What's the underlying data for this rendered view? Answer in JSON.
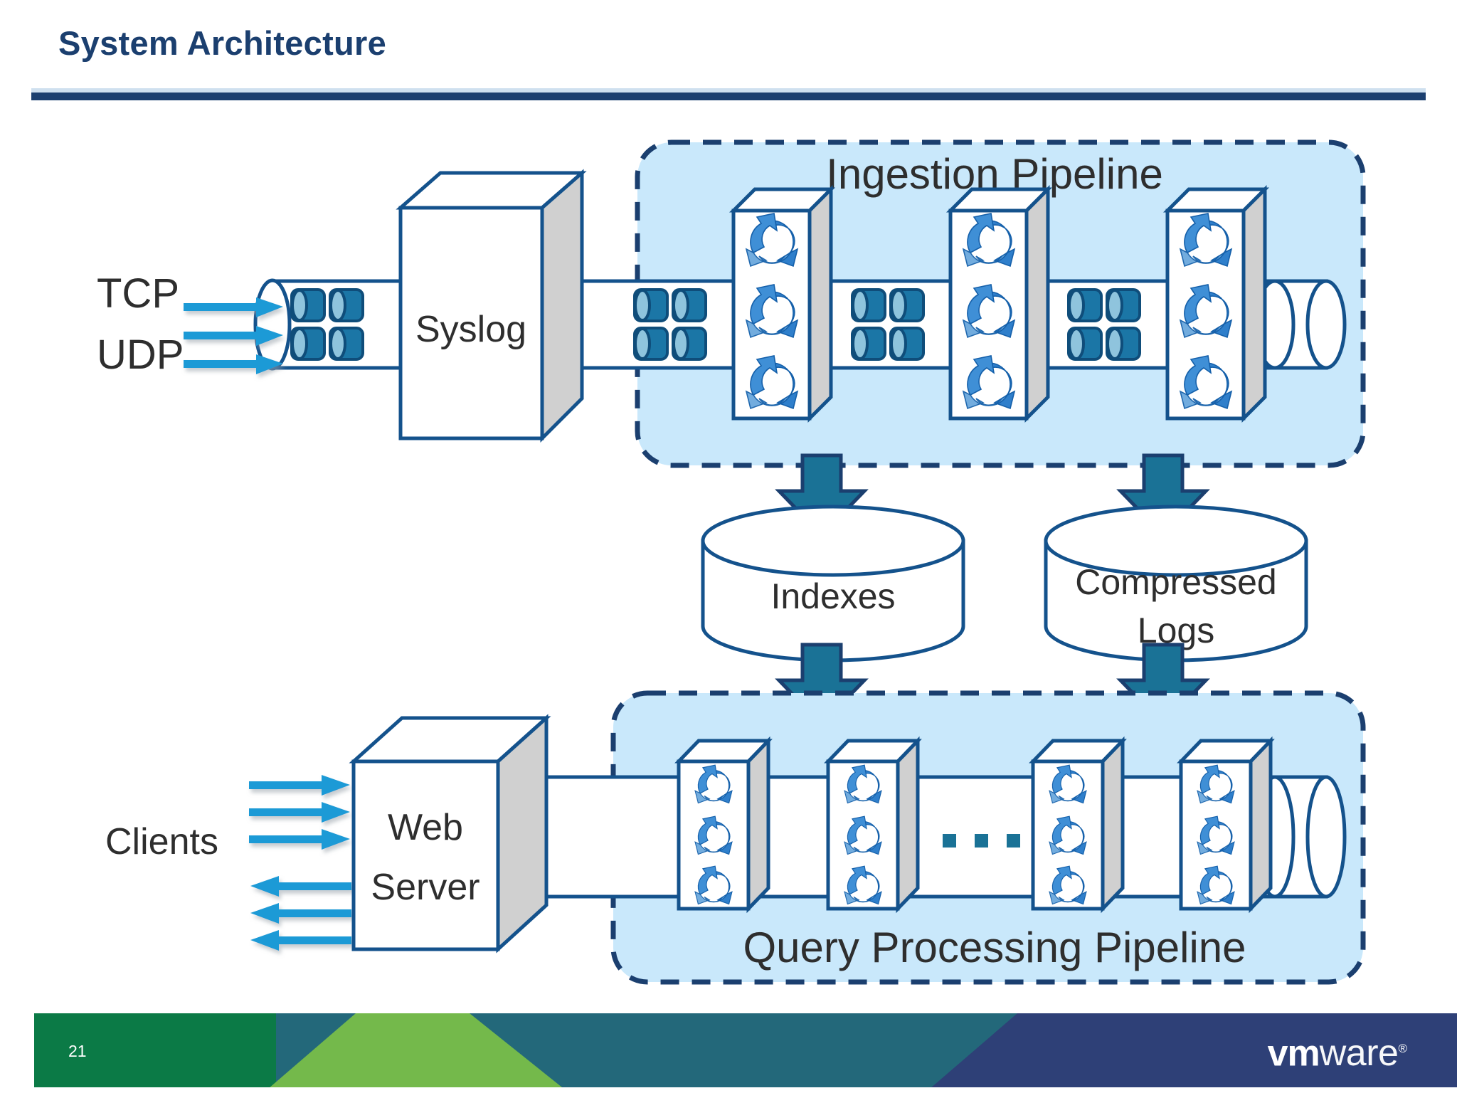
{
  "slide": {
    "title": "System Architecture",
    "page_number": "21",
    "brand": {
      "name_bold": "vm",
      "name_light": "ware",
      "registered": "®"
    },
    "colors": {
      "title_navy": "#1b3f6f",
      "rule_light": "#cfe0ef",
      "outline_navy": "#14528c",
      "pipeline_fill": "#c9e8fb",
      "pipeline_dash": "#1b3f6f",
      "block_arrow": "#1a7296",
      "flow_arrow": "#1e9ad6",
      "disk_body": "#1b76a6",
      "disk_face": "#8fc4dd",
      "rack_side": "#d0d0d0",
      "footer_green_dark": "#0b7a46",
      "footer_green_light": "#74b94b",
      "footer_teal": "#23687a",
      "footer_navy": "#2e4077",
      "text_gray": "#2e2e2e"
    }
  },
  "diagram": {
    "type": "system-architecture",
    "inputs": {
      "protocols": [
        "TCP",
        "UDP"
      ],
      "arrow_count": 3,
      "direction": "into-syslog"
    },
    "nodes": {
      "syslog": {
        "label": "Syslog",
        "shape": "3d-box"
      },
      "web_server": {
        "label_line1": "Web",
        "label_line2": "Server",
        "shape": "3d-box"
      },
      "indexes": {
        "label": "Indexes",
        "shape": "cylinder-database"
      },
      "compressed_logs": {
        "label_line1": "Compressed",
        "label_line2": "Logs",
        "shape": "cylinder-database"
      }
    },
    "clients": {
      "label": "Clients",
      "arrows_in": 3,
      "arrows_out": 3
    },
    "pipelines": [
      {
        "id": "ingestion",
        "label": "Ingestion Pipeline",
        "label_position": "top",
        "server_count": 3,
        "disk_cluster_count": 3,
        "has_ellipsis": false,
        "pipe_end": "open-cylinder"
      },
      {
        "id": "query",
        "label": "Query Processing Pipeline",
        "label_position": "bottom",
        "server_count": 4,
        "disk_cluster_count": 0,
        "has_ellipsis": true,
        "ellipsis_dots": 3,
        "pipe_end": "open-cylinder"
      }
    ],
    "flows": [
      {
        "from": "ingestion",
        "to": "indexes",
        "style": "block-arrow-down"
      },
      {
        "from": "ingestion",
        "to": "compressed_logs",
        "style": "block-arrow-down"
      },
      {
        "from": "indexes",
        "to": "query",
        "style": "block-arrow-down"
      },
      {
        "from": "compressed_logs",
        "to": "query",
        "style": "block-arrow-down"
      }
    ],
    "server_rack": {
      "icon": "sync-arrows-circle",
      "icons_per_rack": 3
    }
  }
}
